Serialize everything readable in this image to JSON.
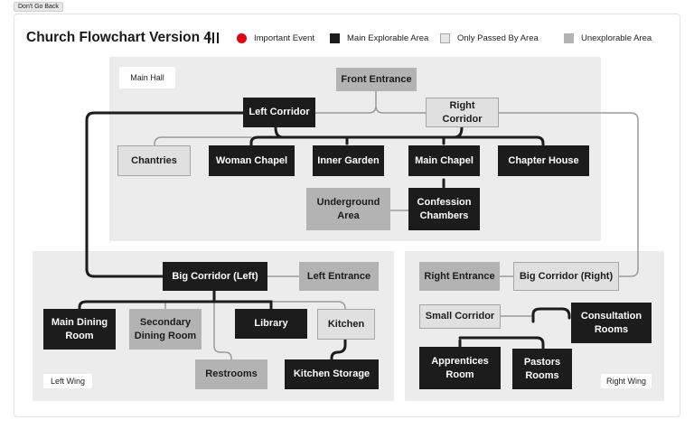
{
  "back_button": "Don't Go Back",
  "title": "Church Flowchart Version 4",
  "legend": [
    {
      "label": "Important Event",
      "color": "#e3000f"
    },
    {
      "label": "Main Explorable Area",
      "color": "#1c1c1c"
    },
    {
      "label": "Only Passed By Area",
      "color": "#e8e8e8"
    },
    {
      "label": "Unexplorable Area",
      "color": "#b3b3b3"
    }
  ],
  "areas": {
    "main_hall": "Main Hall",
    "left_wing": "Left Wing",
    "right_wing": "Right Wing"
  },
  "nodes": {
    "front_entrance": "Front Entrance",
    "left_corridor": "Left Corridor",
    "right_corridor": "Right Corridor",
    "chantries": "Chantries",
    "woman_chapel": "Woman Chapel",
    "inner_garden": "Inner Garden",
    "main_chapel": "Main Chapel",
    "chapter_house": "Chapter House",
    "underground_area": "Underground Area",
    "confession_chambers": "Confession Chambers",
    "big_corridor_left": "Big Corridor (Left)",
    "left_entrance": "Left Entrance",
    "main_dining_room": "Main Dining Room",
    "secondary_dining_room": "Secondary Dining Room",
    "library": "Library",
    "kitchen": "Kitchen",
    "restrooms": "Restrooms",
    "kitchen_storage": "Kitchen Storage",
    "right_entrance": "Right Entrance",
    "big_corridor_right": "Big Corridor (Right)",
    "small_corridor": "Small Corridor",
    "consultation_rooms": "Consultation Rooms",
    "apprentices_room": "Apprentices Room",
    "pastors_rooms": "Pastors Rooms"
  },
  "colors": {
    "main": "#1c1c1c",
    "unexplorable": "#b3b3b3",
    "passed": "#e0e0e0",
    "area_bg": "#ececec",
    "important": "#e3000f"
  }
}
